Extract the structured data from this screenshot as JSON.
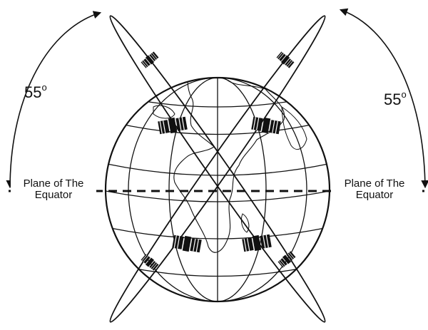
{
  "labels": {
    "angle_left": {
      "value": "55",
      "unit": "o"
    },
    "angle_right": {
      "value": "55",
      "unit": "o"
    },
    "plane_left": {
      "line1": "Plane of The",
      "line2": "Equator"
    },
    "plane_right": {
      "line1": "Plane of The",
      "line2": "Equator"
    }
  },
  "diagram": {
    "inclination_deg": 55,
    "satellite_count": 8,
    "orbit_count": 2,
    "colors": {
      "ink": "#111111",
      "background": "#ffffff"
    }
  }
}
